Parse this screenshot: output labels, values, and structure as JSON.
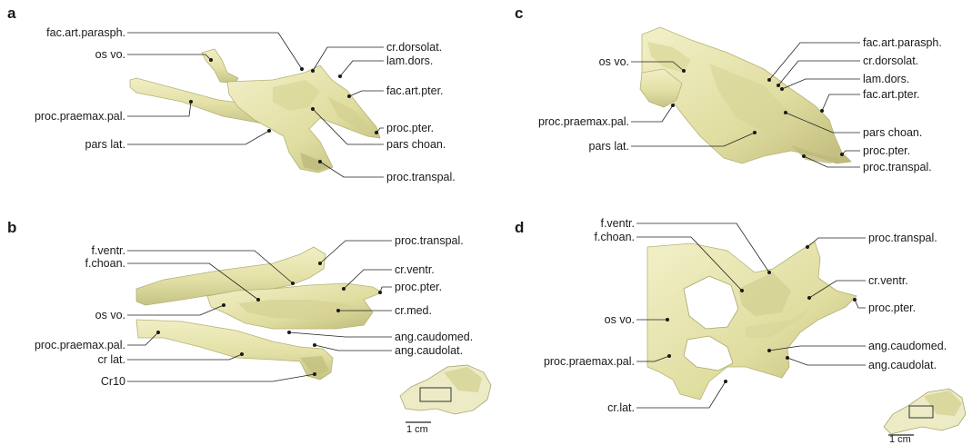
{
  "panels": {
    "a": {
      "letter": "a",
      "labels": {
        "fac_art_parasph": "fac.art.parasph.",
        "os_vo": "os vo.",
        "proc_praemax_pal": "proc.praemax.pal.",
        "pars_lat": "pars lat.",
        "cr_dorsolat": "cr.dorsolat.",
        "lam_dors": "lam.dors.",
        "fac_art_pter": "fac.art.pter.",
        "proc_pter": "proc.pter.",
        "pars_choan": "pars choan.",
        "proc_transpal": "proc.transpal."
      }
    },
    "b": {
      "letter": "b",
      "labels": {
        "f_ventr": "f.ventr.",
        "f_choan": "f.choan.",
        "os_vo": "os vo.",
        "proc_praemax_pal": "proc.praemax.pal.",
        "cr_lat": "cr lat.",
        "cr10": "Cr10",
        "proc_transpal": "proc.transpal.",
        "cr_ventr": "cr.ventr.",
        "proc_pter": "proc.pter.",
        "cr_med": "cr.med.",
        "ang_caudomed": "ang.caudomed.",
        "ang_caudolat": "ang.caudolat."
      },
      "scale_label": "1 cm"
    },
    "c": {
      "letter": "c",
      "labels": {
        "os_vo": "os vo.",
        "proc_praemax_pal": "proc.praemax.pal.",
        "pars_lat": "pars lat.",
        "fac_art_parasph": "fac.art.parasph.",
        "cr_dorsolat": "cr.dorsolat.",
        "lam_dors": "lam.dors.",
        "fac_art_pter": "fac.art.pter.",
        "pars_choan": "pars choan.",
        "proc_pter": "proc.pter.",
        "proc_transpal": "proc.transpal."
      }
    },
    "d": {
      "letter": "d",
      "labels": {
        "f_ventr": "f.ventr.",
        "f_choan": "f.choan.",
        "os_vo": "os vo.",
        "proc_praemax_pal": "proc.praemax.pal.",
        "cr_lat": "cr.lat.",
        "proc_transpal": "proc.transpal.",
        "cr_ventr": "cr.ventr.",
        "proc_pter": "proc.pter.",
        "ang_caudomed": "ang.caudomed.",
        "ang_caudolat": "ang.caudolat."
      },
      "scale_label": "1 cm"
    }
  },
  "colors": {
    "bone_fill": "#e8e6b0",
    "bone_shade": "#c9c68a",
    "bone_dark": "#a9a66a",
    "leader": "#222222",
    "skull_fill": "#ecebc6"
  }
}
